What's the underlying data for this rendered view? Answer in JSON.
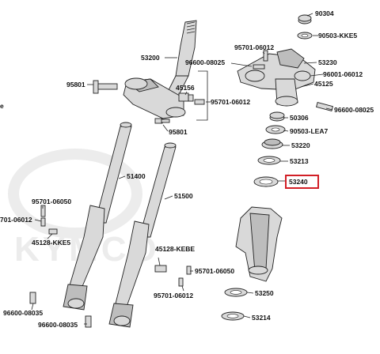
{
  "watermark": {
    "text": "KYMCO"
  },
  "colors": {
    "highlight": "#d21f26",
    "part_fill": "#d9d9d9",
    "line": "#222222"
  },
  "highlighted_part": "53240",
  "labels": {
    "p90304": "90304",
    "p90503kkE5": "90503-KKE5",
    "p95701_06012_top": "95701-06012",
    "p53230": "53230",
    "p53200": "53200",
    "p96600_08025_top": "96600-08025",
    "p96001_06012": "96001-06012",
    "p45125": "45125",
    "p95801_a": "95801",
    "p45156": "45156",
    "p95701_06012_mid": "95701-06012",
    "p96600_08025_right": "96600-08025",
    "p50306": "50306",
    "p90503_lea7": "90503-LEA7",
    "p95801_b": "95801",
    "p53220": "53220",
    "p53213": "53213",
    "p51400": "51400",
    "p53240": "53240",
    "p51500": "51500",
    "p95701_06050_left": "95701-06050",
    "p701_06012_left": "701-06012",
    "p45128_kke5": "45128-KKE5",
    "p45128_kebe": "45128-KEBE",
    "p95701_06050_right": "95701-06050",
    "p95701_06012_bottom": "95701-06012",
    "p53250": "53250",
    "p96600_08035_a": "96600-08035",
    "p96600_08035_b": "96600-08035",
    "p53214": "53214",
    "edge_mark": "e"
  }
}
